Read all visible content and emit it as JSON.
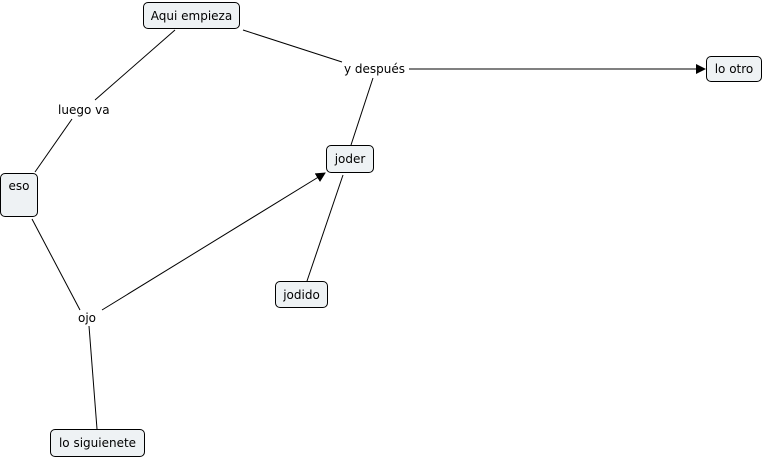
{
  "concepts": {
    "aqui_empieza": "Aqui empieza",
    "lo_otro": "lo otro",
    "joder": "joder",
    "eso": "eso",
    "jodido": "jodido",
    "lo_siguienete": "lo siguienete"
  },
  "linking_phrases": {
    "y_despues": "y después",
    "luego_va": "luego va",
    "ojo": "ojo"
  },
  "colors": {
    "concept_fill": "#eef2f4",
    "concept_border": "#000000",
    "line": "#000000"
  }
}
